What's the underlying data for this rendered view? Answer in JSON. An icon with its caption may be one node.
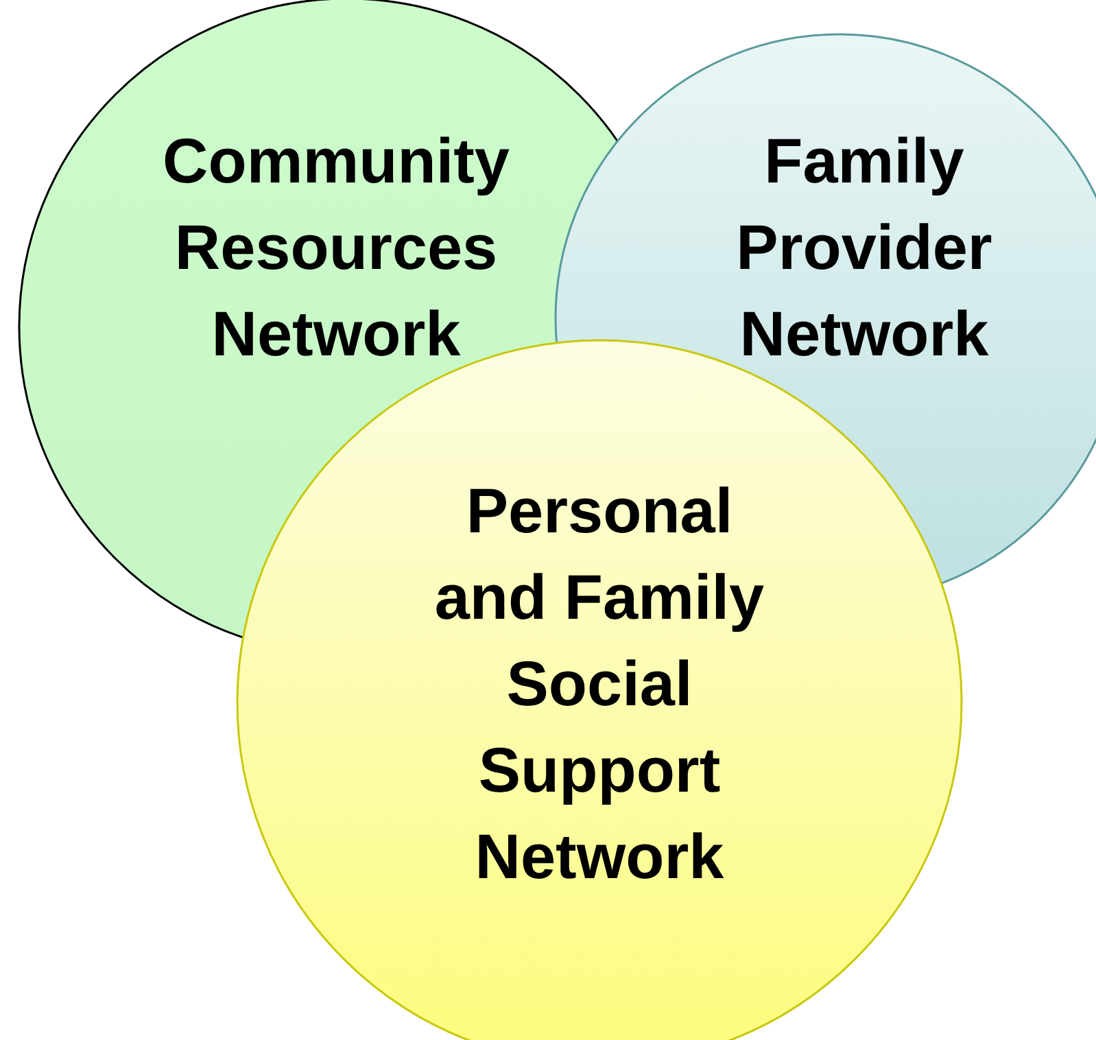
{
  "diagram": {
    "nodes": [
      {
        "text": [
          "Community Resources Network"
        ]
      },
      {
        "text": [
          "Family Provider Network"
        ]
      },
      {
        "text": [
          "Personal and Family Social Support Network"
        ]
      }
    ]
  }
}
